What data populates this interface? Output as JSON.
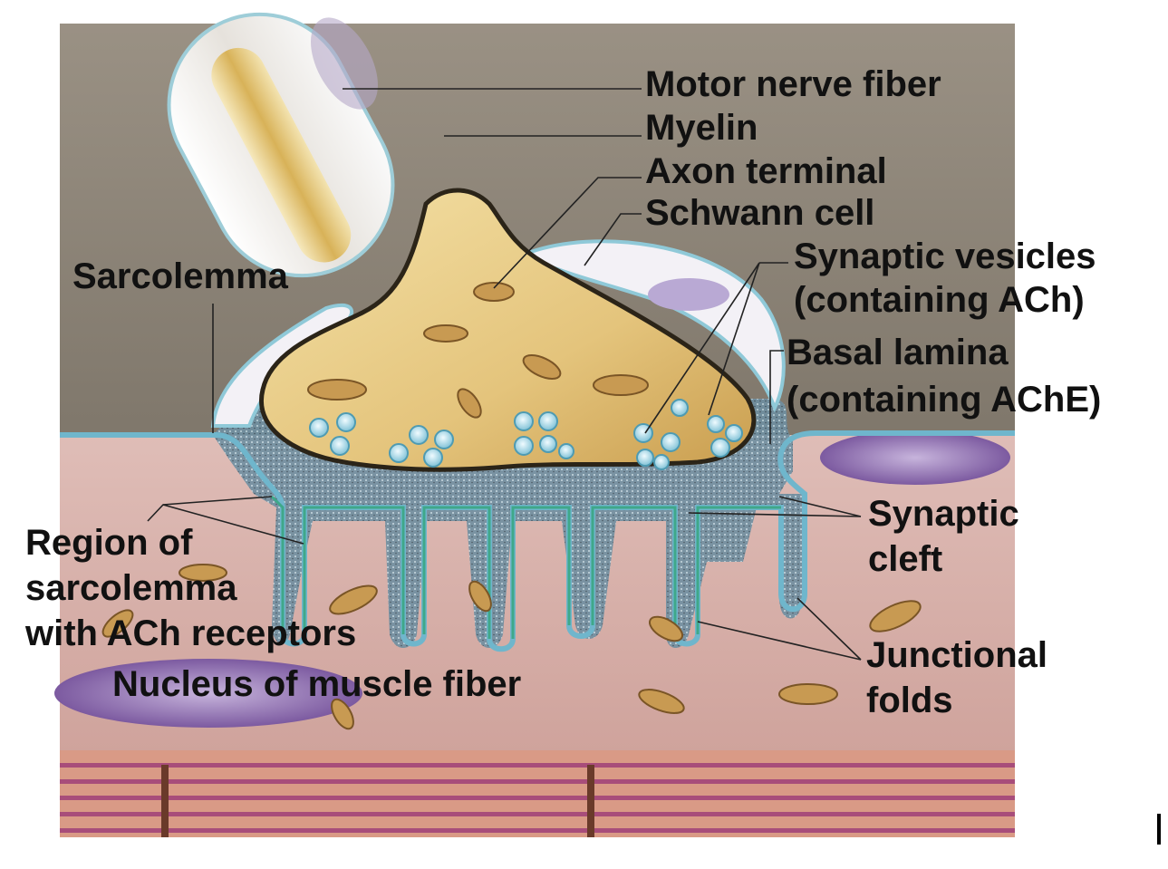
{
  "colors": {
    "background_top": "#8f877a",
    "muscle_fiber": "#d9b4ae",
    "axon_terminal": "#e8cc86",
    "myelin": "#efede9",
    "schwann_cell": "#f3f1f6",
    "basal_lamina": "#8fc9d8",
    "receptor_membrane": "#3fa88a",
    "synaptic_vesicle": "#8fcbdc",
    "mitochondrion": "#c89a52",
    "nucleus": "#8a6aa8",
    "myofibril": "#a84d7a",
    "label_text": "#111111"
  },
  "labels": {
    "motor_nerve_fiber": "Motor nerve fiber",
    "myelin": "Myelin",
    "axon_terminal": "Axon terminal",
    "schwann_cell": "Schwann cell",
    "synaptic_vesicles": [
      "Synaptic vesicles",
      "(containing ACh)"
    ],
    "basal_lamina": [
      "Basal lamina",
      "(containing AChE)"
    ],
    "sarcolemma": "Sarcolemma",
    "region_of_sarcolemma": [
      "Region of",
      "sarcolemma",
      "with ACh receptors"
    ],
    "nucleus_of_muscle_fiber": "Nucleus of muscle fiber",
    "synaptic_cleft": [
      "Synaptic",
      "cleft"
    ],
    "junctional_folds": [
      "Junctional",
      "folds"
    ]
  }
}
